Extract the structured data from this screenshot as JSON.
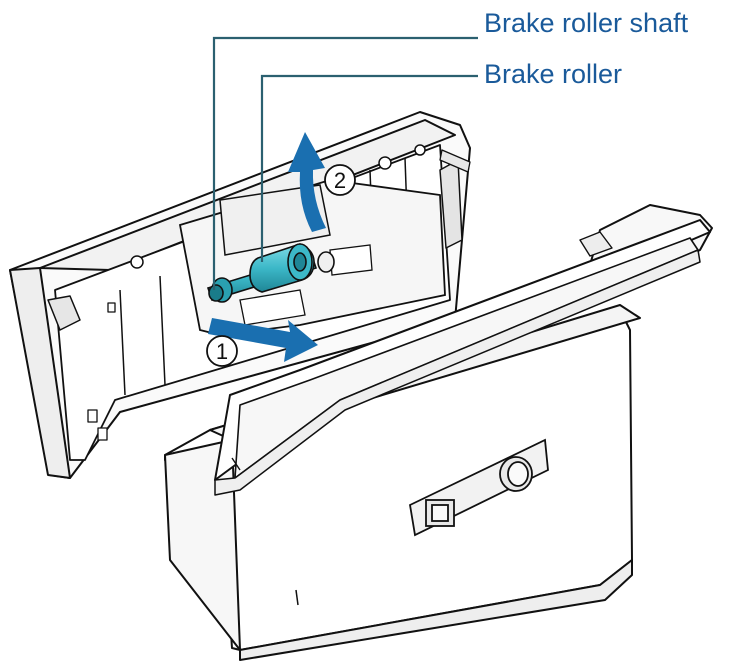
{
  "callouts": {
    "brake_roller_shaft": "Brake roller shaft",
    "brake_roller": "Brake roller"
  },
  "steps": {
    "step1": "1",
    "step2": "2"
  },
  "colors": {
    "accent_blue": "#1a6fb0",
    "callout_line": "#2b6070",
    "roller_teal": "#3cb8c8",
    "outline": "#111111"
  }
}
